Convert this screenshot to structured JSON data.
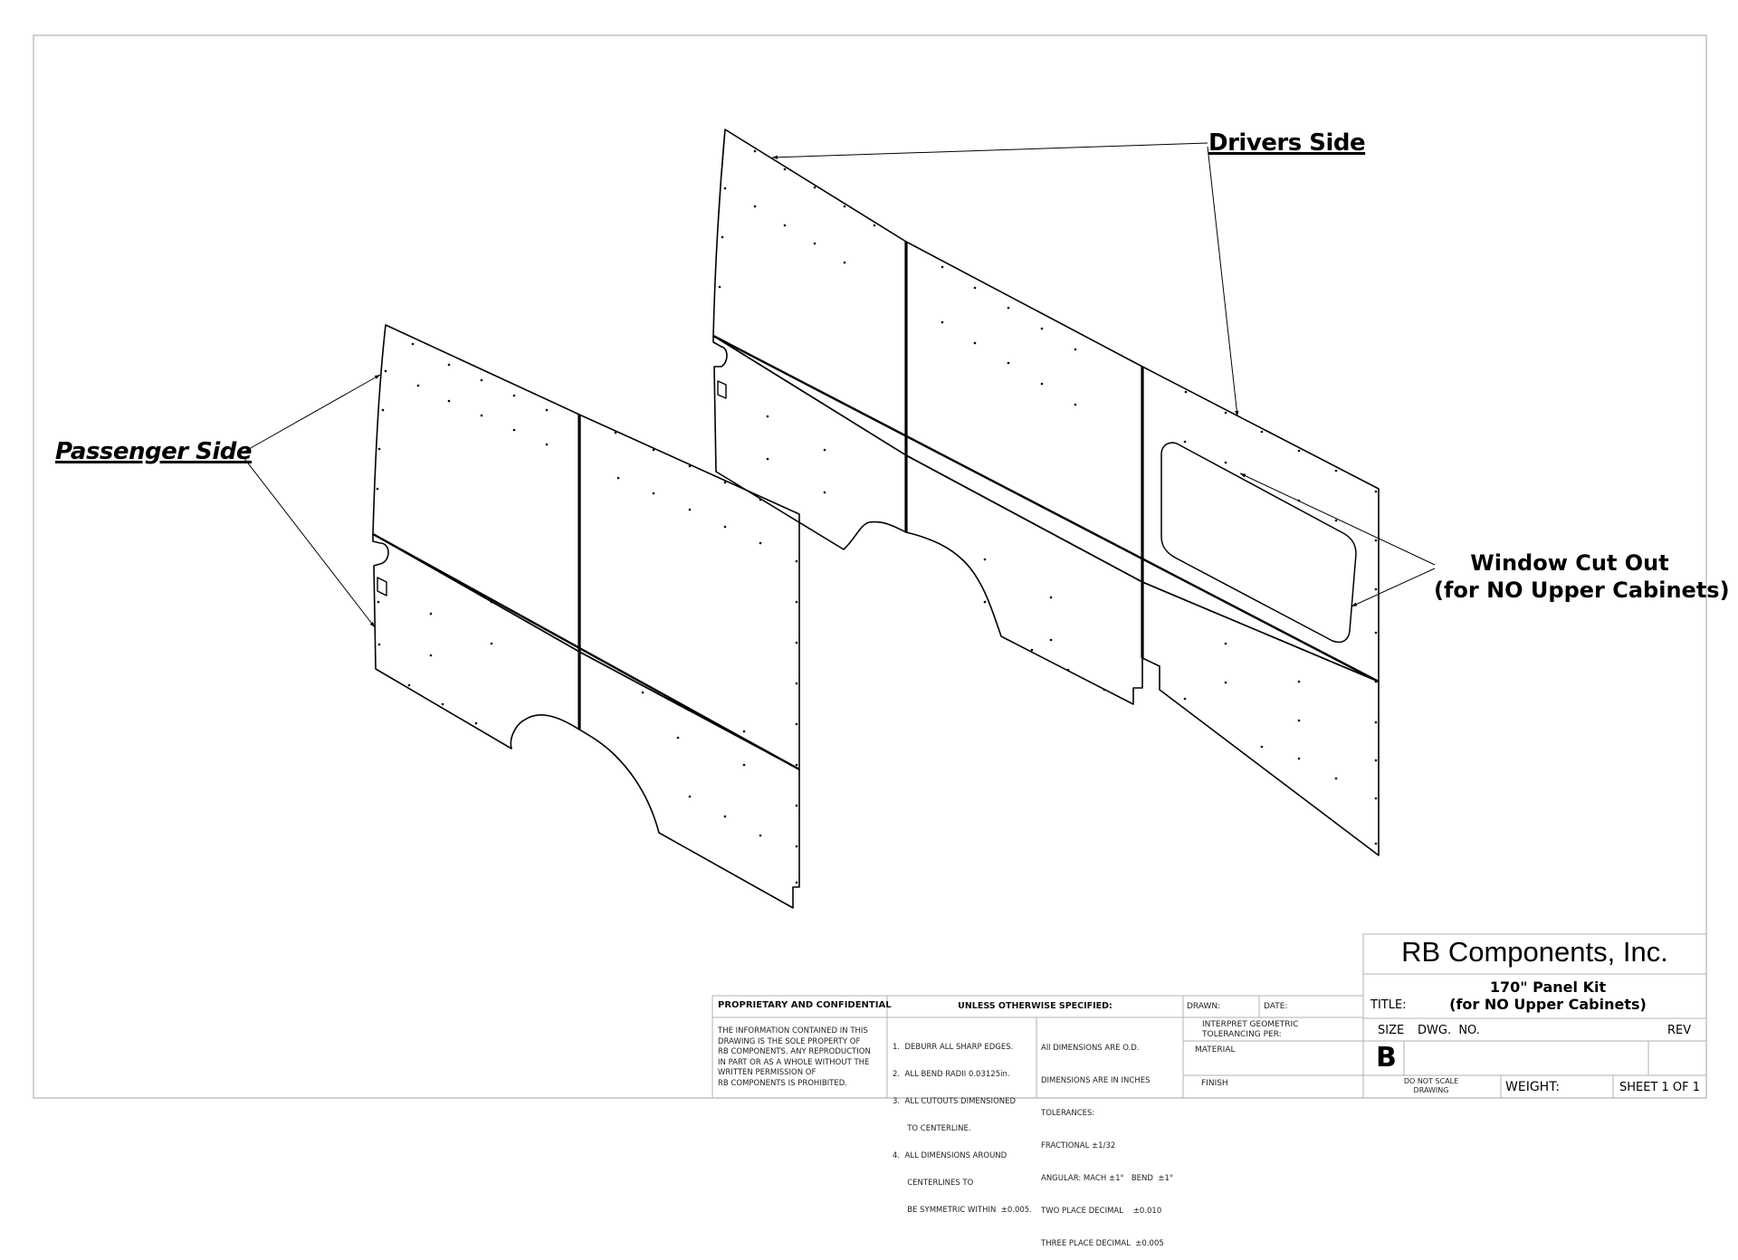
{
  "drawing": {
    "labels": {
      "passenger_side": "Passenger Side",
      "drivers_side": "Drivers Side",
      "window_cutout_line1": "Window Cut Out",
      "window_cutout_line2": "(for NO Upper Cabinets)"
    }
  },
  "title_block": {
    "company": "RB Components, Inc.",
    "title_label": "TITLE:",
    "title_line1": "170\" Panel Kit",
    "title_line2": "(for NO Upper Cabinets)",
    "size_label": "SIZE",
    "dwg_no_label": "DWG.  NO.",
    "rev_label": "REV",
    "size_value": "B",
    "do_not_scale_line1": "DO NOT SCALE",
    "do_not_scale_line2": "DRAWING",
    "weight_label": "WEIGHT:",
    "sheet_label": "SHEET 1 OF 1",
    "drawn_label": "DRAWN:",
    "date_label": "DATE:",
    "interpret_line1": "INTERPRET GEOMETRIC",
    "interpret_line2": "TOLERANCING PER:",
    "material_label": "MATERIAL",
    "finish_label": "FINISH"
  },
  "notes_block": {
    "proprietary_header": "PROPRIETARY AND CONFIDENTIAL",
    "proprietary_lines": [
      "THE INFORMATION CONTAINED IN THIS",
      "DRAWING IS THE SOLE PROPERTY OF",
      "RB COMPONENTS.  ANY REPRODUCTION",
      "IN PART OR AS A WHOLE WITHOUT THE",
      "WRITTEN PERMISSION OF",
      "RB COMPONENTS IS PROHIBITED."
    ],
    "unless_header": "UNLESS OTHERWISE SPECIFIED:",
    "notes_lines": [
      "1.  DEBURR ALL SHARP EDGES.",
      "2.  ALL BEND RADII 0.03125in.",
      "3.  ALL CUTOUTS DIMENSIONED",
      "      TO CENTERLINE.",
      "4.  ALL DIMENSIONS AROUND",
      "      CENTERLINES TO",
      "      BE SYMMETRIC WITHIN  ±0.005."
    ],
    "tolerance_lines": [
      "All DIMENSIONS ARE O.D.",
      "DIMENSIONS ARE IN INCHES",
      "TOLERANCES:",
      "FRACTIONAL ±1/32",
      "ANGULAR: MACH ±1°   BEND  ±1°",
      "TWO PLACE DECIMAL    ±0.010",
      "THREE PLACE DECIMAL  ±0.005"
    ]
  },
  "colors": {
    "line": "#000000",
    "border": "#b0b0b0",
    "background": "#ffffff"
  }
}
